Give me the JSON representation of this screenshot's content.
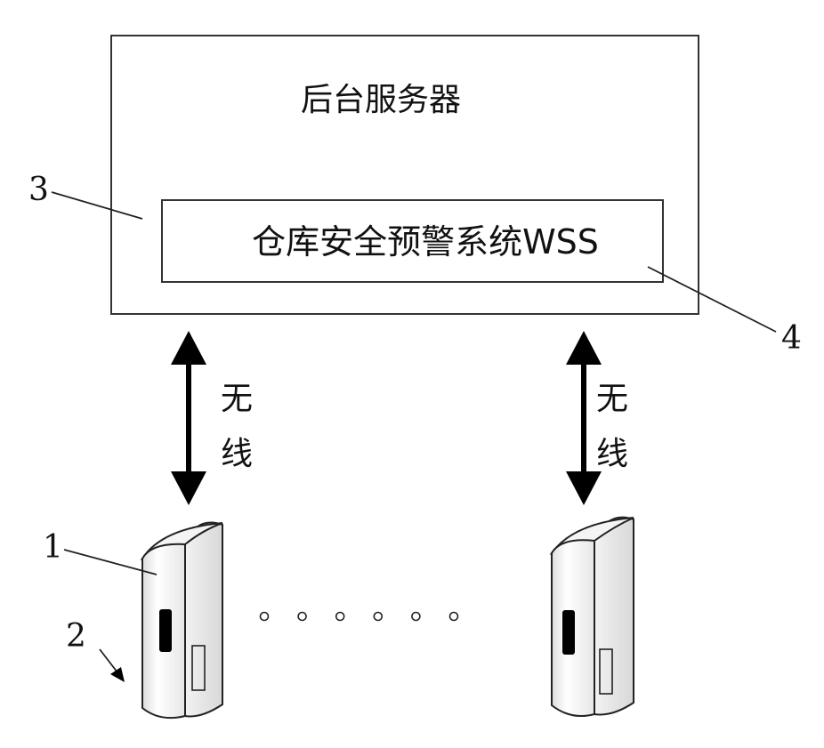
{
  "server": {
    "title": "后台服务器"
  },
  "system": {
    "label": "仓库安全预警系统WSS"
  },
  "links": {
    "left": {
      "line1": "无",
      "line2": "线"
    },
    "right": {
      "line1": "无",
      "line2": "线"
    }
  },
  "callouts": {
    "n1": "1",
    "n2": "2",
    "n3": "3",
    "n4": "4"
  },
  "ellipsis": {
    "dot_count": 6
  }
}
